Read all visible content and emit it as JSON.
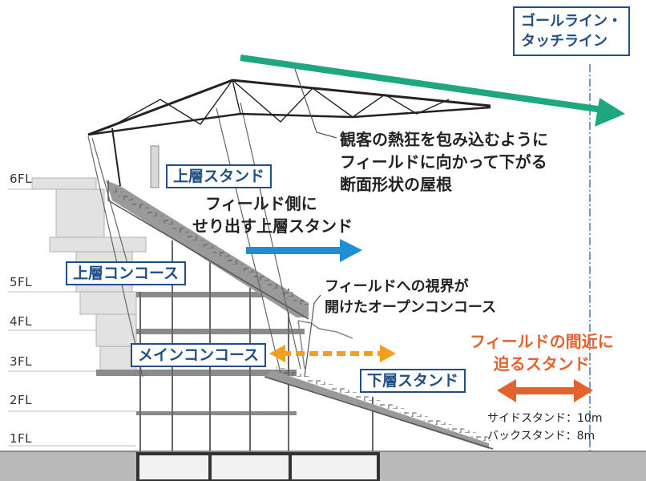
{
  "goal_line_label": [
    "ゴールライン・",
    "タッチライン"
  ],
  "floors": [
    "6FL",
    "5FL",
    "4FL",
    "3FL",
    "2FL",
    "1FL"
  ],
  "boxes": {
    "upper_stand": "上層スタンド",
    "upper_concourse": "上層コンコース",
    "main_concourse": "メインコンコース",
    "lower_stand": "下層スタンド"
  },
  "roof_note": [
    "観客の熱狂を包み込むように",
    "フィールドに向かって下がる",
    "断面形状の屋根"
  ],
  "upper_stand_note": [
    "フィールド側に",
    "せり出す上層スタンド"
  ],
  "open_concourse_note": [
    "フィールドへの視界が",
    "開けたオープンコンコース"
  ],
  "near_stand_note": [
    "フィールドの間近に",
    "迫るスタンド"
  ],
  "distances": {
    "side": "サイドスタンド：10m",
    "back": "バックスタンド：8m"
  },
  "colors": {
    "green_arrow": "#1fa77f",
    "blue_arrow": "#1e8fd6",
    "orange_arrow": "#f0a020",
    "red_arrow": "#e3632f",
    "box_border": "#1f4f86",
    "goal_line": "#4a78b0"
  }
}
